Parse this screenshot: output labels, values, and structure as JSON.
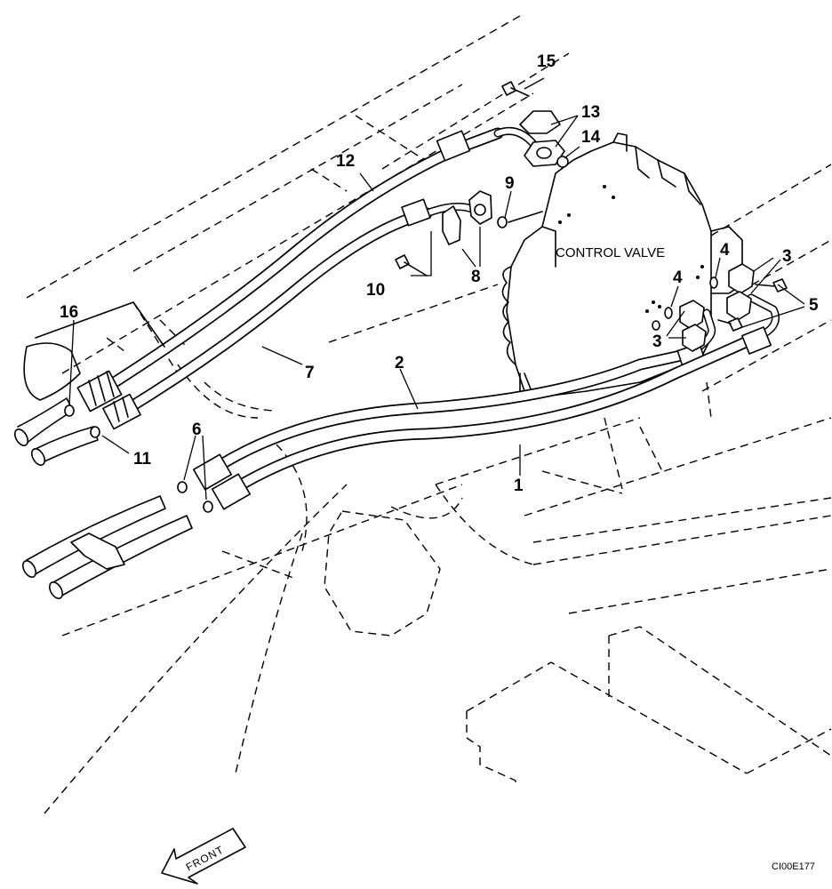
{
  "labels": {
    "control_valve": "CONTROL VALVE",
    "front": "FRONT",
    "drawing_code": "CI00E177"
  },
  "callouts": {
    "c1": "1",
    "c2": "2",
    "c3a": "3",
    "c3b": "3",
    "c4a": "4",
    "c4b": "4",
    "c5": "5",
    "c6": "6",
    "c7": "7",
    "c8": "8",
    "c9": "9",
    "c10": "10",
    "c11": "11",
    "c12": "12",
    "c13": "13",
    "c14": "14",
    "c15": "15",
    "c16": "16"
  }
}
